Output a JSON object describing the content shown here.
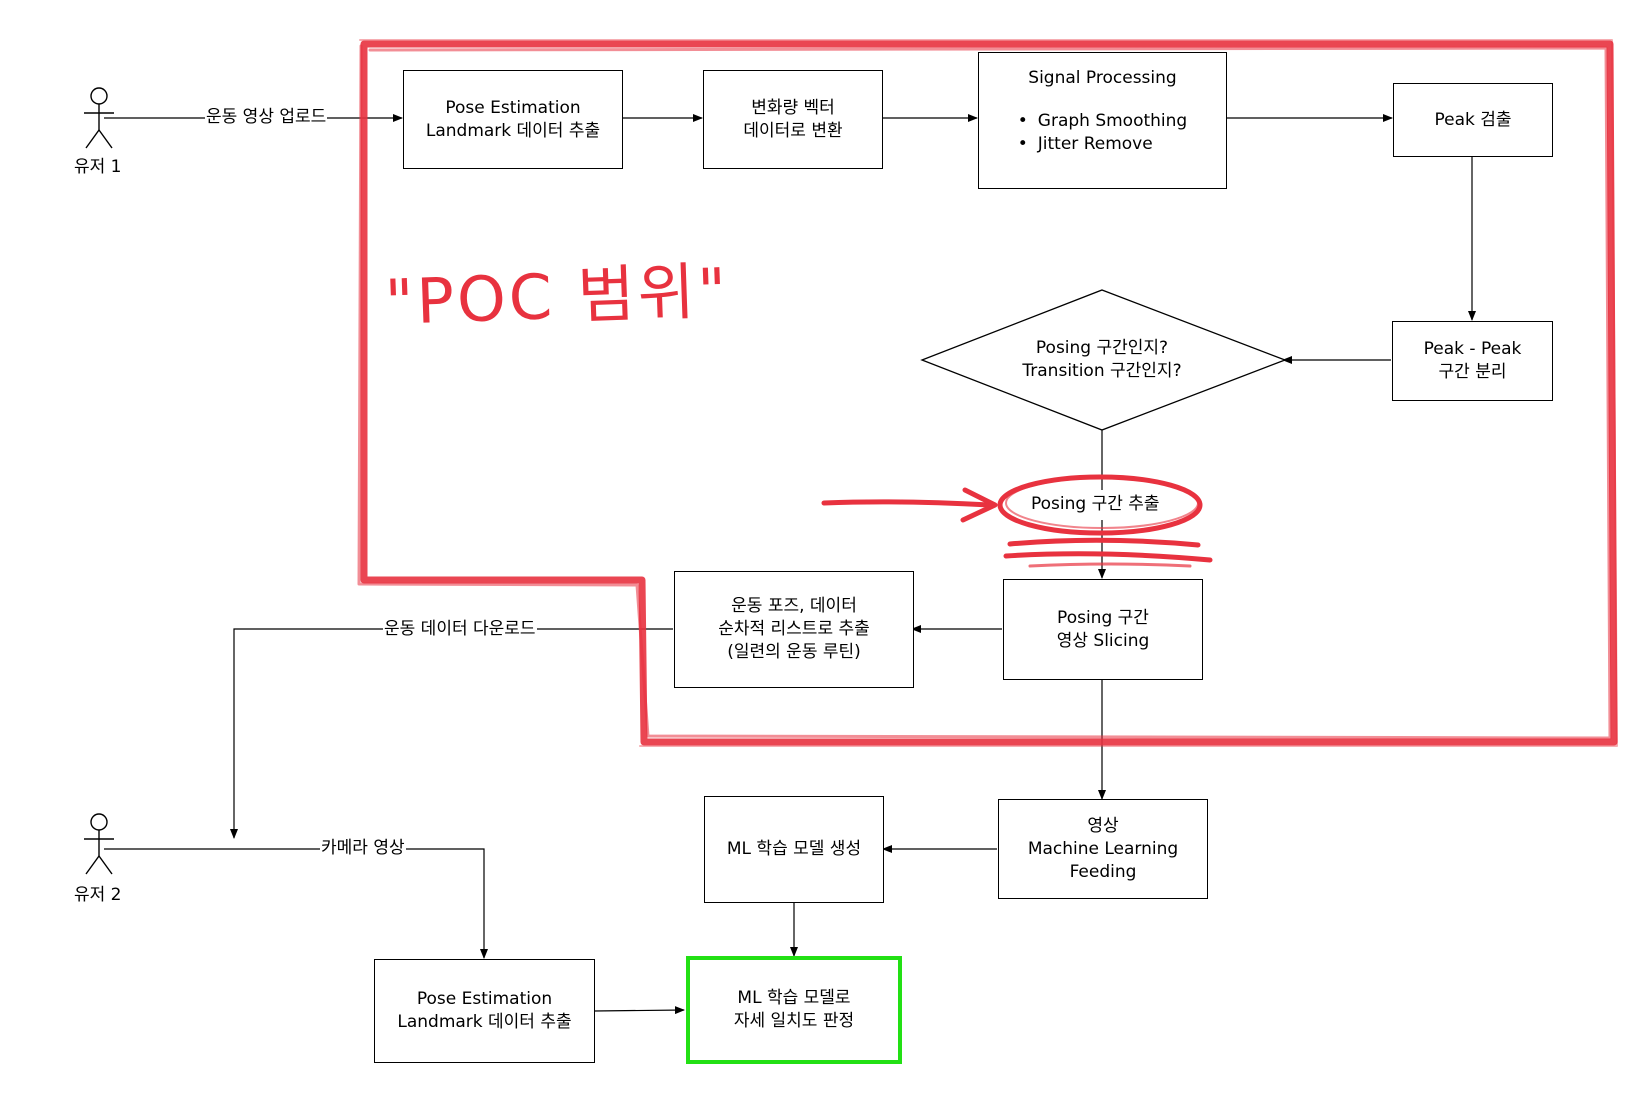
{
  "diagram": {
    "actors": {
      "user1": "유저 1",
      "user2": "유저 2"
    },
    "edge_labels": {
      "upload": "운동 영상 업로드",
      "download": "운동 데이터 다운로드",
      "camera": "카메라 영상"
    },
    "nodes": {
      "pose_estimation_1": [
        "Pose Estimation",
        "Landmark 데이터 추출"
      ],
      "delta_vector": [
        "변화량 벡터",
        "데이터로 변환"
      ],
      "signal_processing": {
        "title": "Signal Processing",
        "items": [
          "Graph Smoothing",
          "Jitter Remove"
        ]
      },
      "peak_detect": [
        "Peak 검출"
      ],
      "peak_split": [
        "Peak - Peak",
        "구간 분리"
      ],
      "decision": [
        "Posing 구간인지?",
        "Transition 구간인지?"
      ],
      "posing_extract": "Posing 구간 추출",
      "posing_slicing": [
        "Posing 구간",
        "영상 Slicing"
      ],
      "pose_list": [
        "운동 포즈, 데이터",
        "순차적 리스트로 추출",
        "(일련의 운동 루틴)"
      ],
      "ml_feeding": [
        "영상",
        "Machine Learning",
        "Feeding"
      ],
      "ml_model": [
        "ML 학습 모델 생성"
      ],
      "pose_estimation_2": [
        "Pose Estimation",
        "Landmark 데이터 추출"
      ],
      "ml_judge": [
        "ML 학습 모델로",
        "자세 일치도 판정"
      ]
    },
    "annotation": {
      "scope_label": "\"POC 범위\"",
      "scope_color": "#e8323f",
      "highlight_color": "#22e014"
    }
  }
}
